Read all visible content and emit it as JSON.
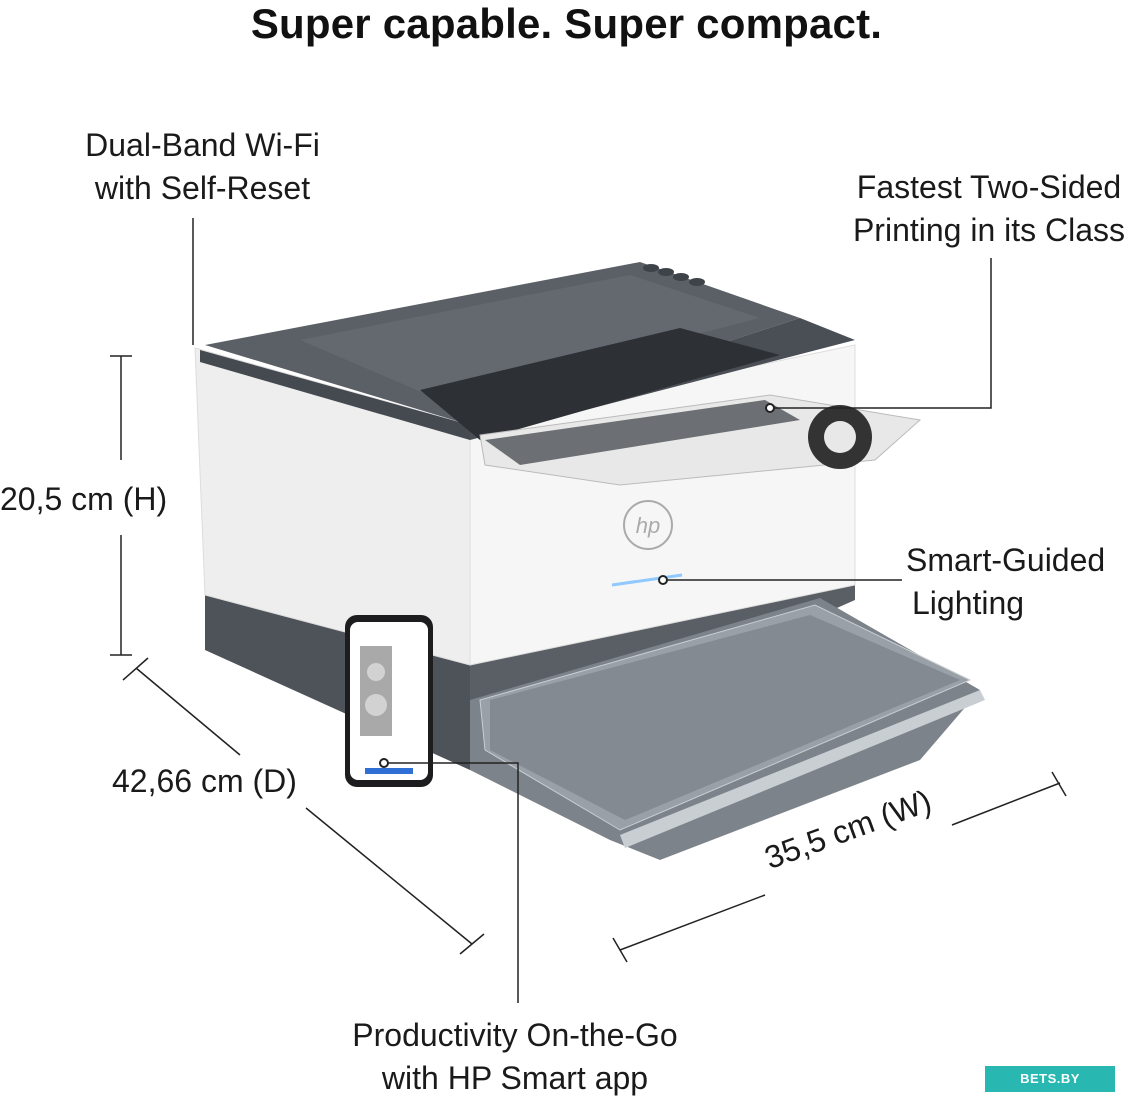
{
  "headline": "Super capable. Super compact.",
  "callouts": {
    "wifi": [
      "Dual-Band Wi-Fi",
      "with Self-Reset"
    ],
    "duplex": [
      "Fastest Two-Sided",
      "Printing in its Class"
    ],
    "lighting": [
      "Smart-Guided",
      "Lighting"
    ],
    "app": [
      "Productivity On-the-Go",
      "with HP Smart app"
    ]
  },
  "dimensions": {
    "height": "20,5 cm (H)",
    "depth": "42,66 cm (D)",
    "width": "35,5 cm (W)"
  },
  "watermark": "BETS.BY",
  "colors": {
    "printer_body": "#f2f2f2",
    "printer_top": "#5b6066",
    "printer_base": "#4e5359",
    "tray": "#8a9097",
    "leader_line": "#222222"
  }
}
